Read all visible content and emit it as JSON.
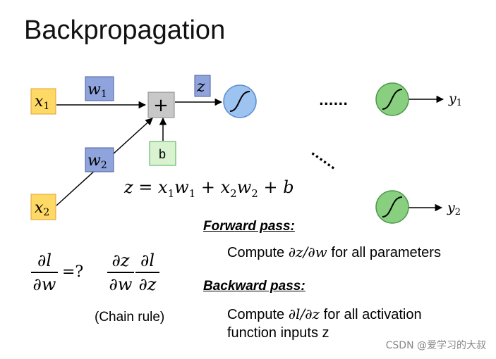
{
  "title": "Backpropagation",
  "nodes": {
    "x1": {
      "var": "x",
      "sub": "1"
    },
    "x2": {
      "var": "x",
      "sub": "2"
    },
    "w1": {
      "var": "w",
      "sub": "1"
    },
    "w2": {
      "var": "w",
      "sub": "2"
    },
    "z": "z",
    "plus": "+",
    "bias": "b",
    "y1": {
      "var": "y",
      "sub": "1"
    },
    "y2": {
      "var": "y",
      "sub": "2"
    },
    "dots_h": "......",
    "dots_d": "......"
  },
  "equation": {
    "lhs": "z",
    "eq": "=",
    "t1a": "x",
    "t1a_sub": "1",
    "t1b": "w",
    "t1b_sub": "1",
    "plus1": "+",
    "t2a": "x",
    "t2a_sub": "2",
    "t2b": "w",
    "t2b_sub": "2",
    "plus2": "+",
    "bias": "b"
  },
  "left_math": {
    "frac1_num": "∂l",
    "frac1_den": "∂w",
    "eq_q": "=?",
    "frac2_num": "∂z",
    "frac2_den": "∂w",
    "frac3_num": "∂l",
    "frac3_den": "∂z",
    "chain_rule": "(Chain rule)"
  },
  "forward": {
    "heading": "Forward pass:",
    "pre": "Compute ",
    "math": "∂z/∂w",
    "post": " for all parameters"
  },
  "backward": {
    "heading": "Backward pass:",
    "pre": "Compute ",
    "math": "∂l/∂z",
    "post": " for all activation",
    "line2": "function inputs z"
  },
  "watermark": "CSDN @爱学习的大叔",
  "colors": {
    "input_fill": "#FFD966",
    "input_stroke": "#E0A030",
    "weight_fill": "#8FA4DC",
    "weight_stroke": "#4A5E9C",
    "sum_fill": "#C8C8C8",
    "bias_fill": "#D9F2D0",
    "bias_stroke": "#4CAF50",
    "neuron_blue": "#9DC3F0",
    "neuron_green": "#88D080"
  }
}
